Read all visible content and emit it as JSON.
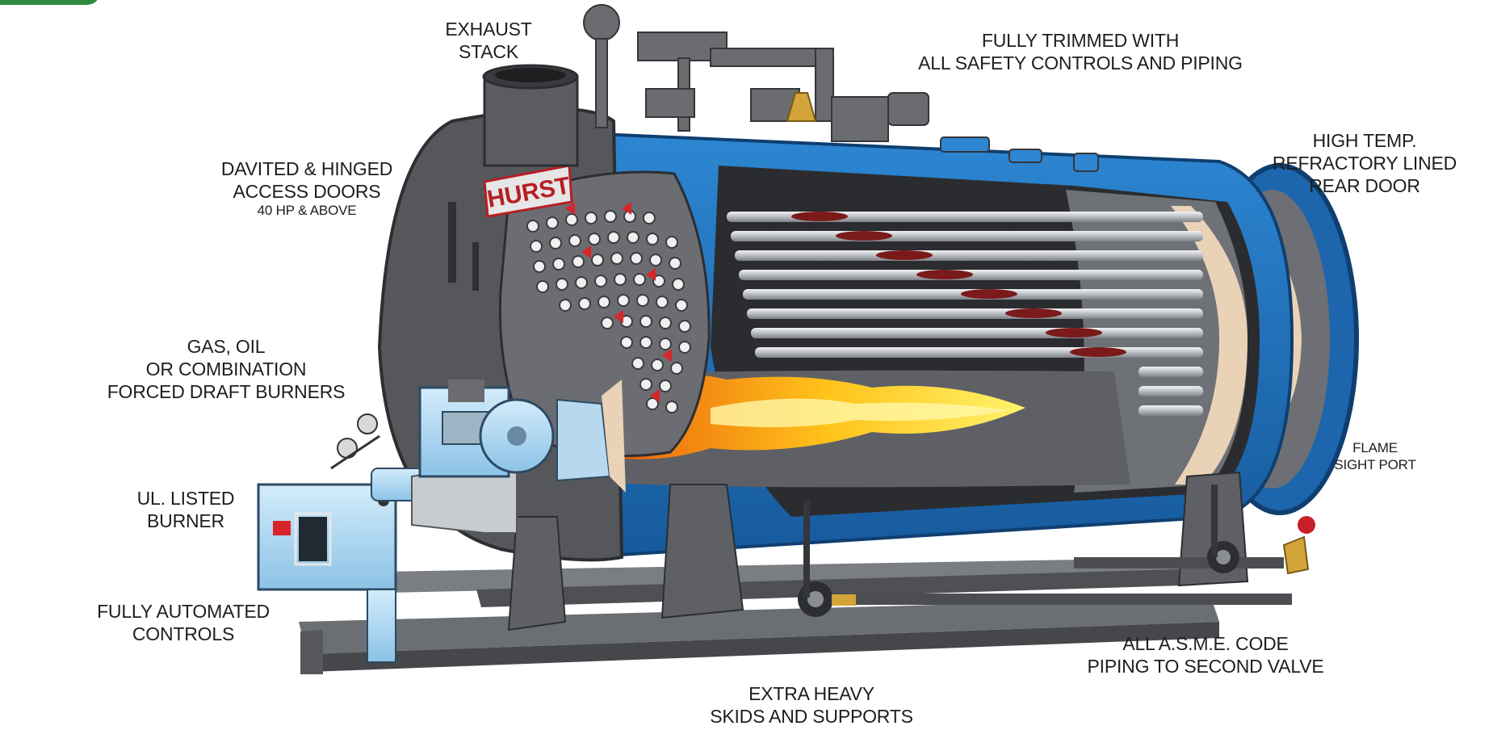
{
  "title": "Packaged firetube boiler cutaway",
  "brand": "HURST",
  "labels": {
    "exhaust": [
      "EXHAUST",
      "STACK"
    ],
    "trimmed": [
      "FULLY TRIMMED WITH",
      "ALL SAFETY CONTROLS AND PIPING"
    ],
    "davited": [
      "DAVITED & HINGED",
      "ACCESS DOORS"
    ],
    "davited_note": "40 HP & ABOVE",
    "hightemp": [
      "HIGH TEMP.",
      "REFRACTORY LINED",
      "REAR DOOR"
    ],
    "burners": [
      "GAS, OIL",
      "OR COMBINATION",
      "FORCED DRAFT BURNERS"
    ],
    "flame": [
      "FLAME",
      "SIGHT PORT"
    ],
    "ul": [
      "UL. LISTED",
      "BURNER"
    ],
    "controls": [
      "FULLY AUTOMATED",
      "CONTROLS"
    ],
    "asme": [
      "ALL A.S.M.E. CODE",
      "PIPING TO SECOND VALVE"
    ],
    "skids": [
      "EXTRA HEAVY",
      "SKIDS AND SUPPORTS"
    ]
  },
  "colors": {
    "shell_blue": "#1f6fb8",
    "dark_gray": "#5a5c60",
    "steel": "#8a8d92",
    "flame_yellow": "#ffd21a",
    "flame_orange": "#f07a10",
    "arrow_red": "#d8252a",
    "burner_blue": "#a9d3ee",
    "refractory": "#e9d2b6"
  }
}
